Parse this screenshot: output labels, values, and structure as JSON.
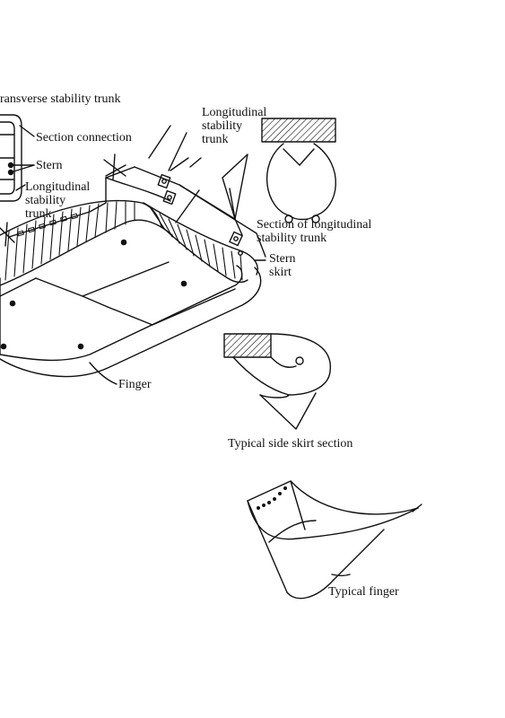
{
  "labels": {
    "transverse_trunk": "ransverse stability trunk",
    "section_connection": "Section connection",
    "stern": "Stern",
    "long_trunk_left_1": "Longitudinal",
    "long_trunk_left_2": "stability",
    "long_trunk_left_3": "trunk",
    "long_trunk_top_1": "Longitudinal",
    "long_trunk_top_2": "stability",
    "long_trunk_top_3": "trunk",
    "section_long_trunk_1": "Section of longitudinal",
    "section_long_trunk_2": "stability trunk",
    "stern_skirt_1": "Stern",
    "stern_skirt_2": "skirt",
    "finger": "Finger",
    "side_skirt_section": "Typical side skirt section",
    "typical_finger": "Typical finger"
  },
  "colors": {
    "ink": "#111111",
    "paper": "#ffffff"
  }
}
